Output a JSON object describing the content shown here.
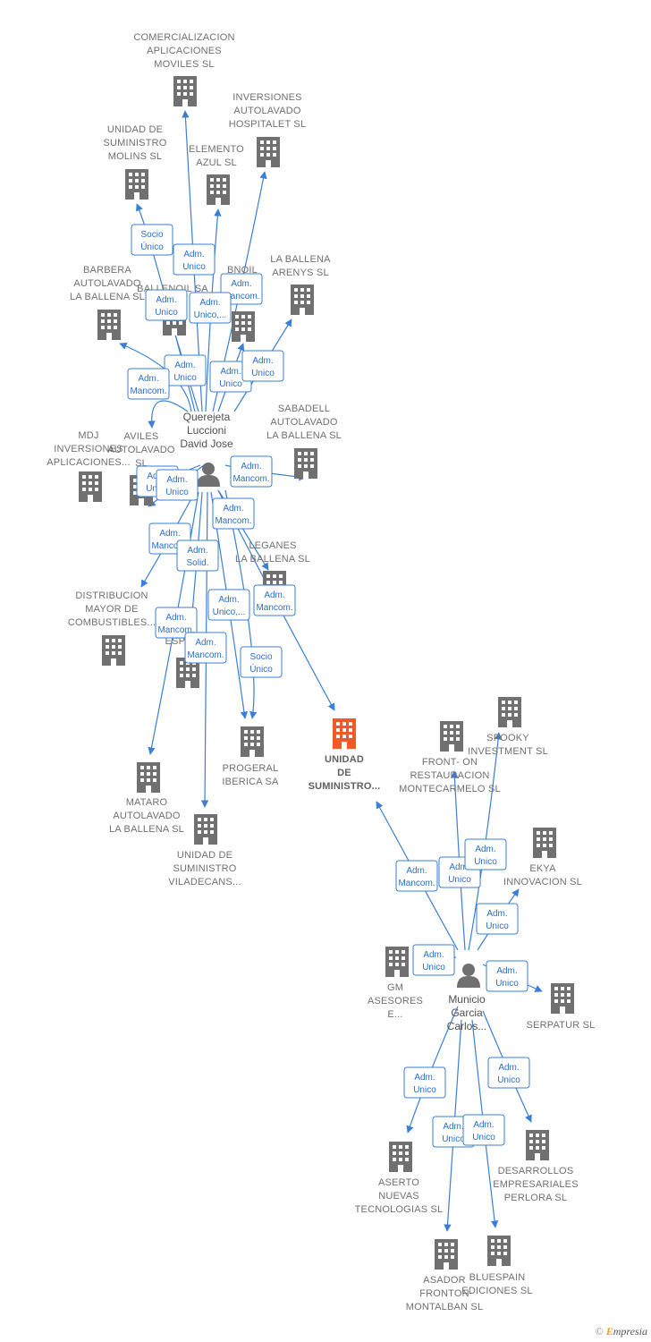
{
  "colors": {
    "edge": "#3a7fd5",
    "building": "#707070",
    "building_main": "#f05a28",
    "person": "#707070"
  },
  "persons": [
    {
      "id": "p1",
      "label": [
        "Querejeta",
        "Luccioni",
        "David Jose"
      ],
      "icon": "person-icon"
    },
    {
      "id": "p2",
      "label": [
        "Municio",
        "Garcia",
        "Carlos..."
      ],
      "icon": "person-icon"
    }
  ],
  "companies": [
    {
      "id": "c_comercializacion",
      "label": [
        "COMERCIALIZACION",
        "APLICACIONES",
        "MOVILES  SL"
      ]
    },
    {
      "id": "c_inv_hospitalet",
      "label": [
        "INVERSIONES",
        "AUTOLAVADO",
        "HOSPITALET SL"
      ]
    },
    {
      "id": "c_molins",
      "label": [
        "UNIDAD DE",
        "SUMINISTRO",
        "MOLINS SL"
      ]
    },
    {
      "id": "c_elemento_azul",
      "label": [
        "ELEMENTO",
        "AZUL SL"
      ]
    },
    {
      "id": "c_ballena_arenys",
      "label": [
        "LA BALLENA",
        "ARENYS SL"
      ]
    },
    {
      "id": "c_barbera",
      "label": [
        "BARBERA",
        "AUTOLAVADO",
        "LA BALLENA SL"
      ]
    },
    {
      "id": "c_ballenoil",
      "label": [
        "BALLENOIL SA"
      ]
    },
    {
      "id": "c_bnoil",
      "label": [
        "BNOIL",
        "D...",
        "...L"
      ]
    },
    {
      "id": "c_sabadell",
      "label": [
        "SABADELL",
        "AUTOLAVADO",
        "LA BALLENA SL"
      ]
    },
    {
      "id": "c_mdj",
      "label": [
        "MDJ",
        "INVERSIONES",
        "APLICACIONES..."
      ]
    },
    {
      "id": "c_aviles",
      "label": [
        "AVILES",
        "AUTOLAVADO",
        "SL"
      ]
    },
    {
      "id": "c_leganes",
      "label": [
        "LEGANES",
        "LA BALLENA SL"
      ]
    },
    {
      "id": "c_distribucion",
      "label": [
        "DISTRIBUCION",
        "MAYOR DE",
        "COMBUSTIBLES..."
      ]
    },
    {
      "id": "c_esp",
      "label": [
        "...AL",
        "ESP..."
      ]
    },
    {
      "id": "c_unidad_main",
      "label": [
        "UNIDAD",
        "DE",
        "SUMINISTRO..."
      ],
      "main": true
    },
    {
      "id": "c_progeral",
      "label": [
        "PROGERAL",
        "IBERICA SA"
      ]
    },
    {
      "id": "c_mataro",
      "label": [
        "MATARO",
        "AUTOLAVADO",
        "LA BALLENA SL"
      ]
    },
    {
      "id": "c_viladecans",
      "label": [
        "UNIDAD DE",
        "SUMINISTRO",
        "VILADECANS..."
      ]
    },
    {
      "id": "c_spooky",
      "label": [
        "SPOOKY",
        "INVESTMENT SL"
      ]
    },
    {
      "id": "c_front_on",
      "label": [
        "FRONT- ON",
        "RESTAURACION",
        "MONTECARMELO SL"
      ]
    },
    {
      "id": "c_ekya",
      "label": [
        "EKYA",
        "INNOVACION SL"
      ]
    },
    {
      "id": "c_gm",
      "label": [
        "GM",
        "ASESORES",
        "E..."
      ]
    },
    {
      "id": "c_serpatur",
      "label": [
        "SERPATUR SL"
      ]
    },
    {
      "id": "c_aserto",
      "label": [
        "ASERTO",
        "NUEVAS",
        "TECNOLOGIAS SL"
      ]
    },
    {
      "id": "c_desarrollos",
      "label": [
        "DESARROLLOS",
        "EMPRESARIALES",
        "PERLORA SL"
      ]
    },
    {
      "id": "c_asador",
      "label": [
        "ASADOR",
        "FRONTON",
        "MONTALBAN SL"
      ]
    },
    {
      "id": "c_bluespain",
      "label": [
        "BLUESPAIN",
        "EDICIONES SL"
      ]
    }
  ],
  "edge_labels": [
    {
      "from": "p1",
      "to": "c_molins",
      "text": [
        "Socio",
        "Único"
      ]
    },
    {
      "from": "p1",
      "to": "c_comercializacion",
      "text": [
        "Adm.",
        "Unico"
      ]
    },
    {
      "from": "p1",
      "to": "c_inv_hospitalet",
      "text": [
        "Adm.",
        "Mancom."
      ]
    },
    {
      "from": "p1",
      "to": "c_ballenoil",
      "text": [
        "Adm.",
        "Unico"
      ]
    },
    {
      "from": "p1",
      "to": "c_elemento_azul",
      "text": [
        "Adm.",
        "Unico,..."
      ]
    },
    {
      "from": "p1",
      "to": "c_barbera",
      "text": [
        "Adm.",
        "Unico"
      ]
    },
    {
      "from": "p1",
      "to": "c_barbera",
      "text": [
        "Adm.",
        "Mancom."
      ]
    },
    {
      "from": "p1",
      "to": "c_bnoil",
      "text": [
        "Adm.",
        "Unico"
      ]
    },
    {
      "from": "p1",
      "to": "c_ballena_arenys",
      "text": [
        "Adm.",
        "Unico"
      ]
    },
    {
      "from": "p1",
      "to": "c_aviles",
      "text": [
        "Adm.",
        "Unico"
      ]
    },
    {
      "from": "p1",
      "to": "c_aviles",
      "text": [
        "Adm.",
        "Unico"
      ]
    },
    {
      "from": "p1",
      "to": "c_sabadell",
      "text": [
        "Adm.",
        "Mancom."
      ]
    },
    {
      "from": "p1",
      "to": "c_leganes",
      "text": [
        "Adm.",
        "Mancom."
      ]
    },
    {
      "from": "p1",
      "to": "c_distribucion",
      "text": [
        "Adm.",
        "Mancom."
      ]
    },
    {
      "from": "p1",
      "to": "c_esp",
      "text": [
        "Adm.",
        "Solid."
      ]
    },
    {
      "from": "p1",
      "to": "c_progeral",
      "text": [
        "Adm.",
        "Unico,..."
      ]
    },
    {
      "from": "p1",
      "to": "c_unidad_main",
      "text": [
        "Adm.",
        "Mancom."
      ]
    },
    {
      "from": "p1",
      "to": "c_mataro",
      "text": [
        "Adm.",
        "Mancom."
      ]
    },
    {
      "from": "p1",
      "to": "c_viladecans",
      "text": [
        "Adm.",
        "Mancom."
      ]
    },
    {
      "from": "p1",
      "to": "c_progeral",
      "text": [
        "Socio",
        "Único"
      ]
    },
    {
      "from": "p2",
      "to": "c_unidad_main",
      "text": [
        "Adm.",
        "Mancom."
      ]
    },
    {
      "from": "p2",
      "to": "c_front_on",
      "text": [
        "Adm.",
        "Unico"
      ]
    },
    {
      "from": "p2",
      "to": "c_spooky",
      "text": [
        "Adm.",
        "Unico"
      ]
    },
    {
      "from": "p2",
      "to": "c_ekya",
      "text": [
        "Adm.",
        "Unico"
      ]
    },
    {
      "from": "p2",
      "to": "c_gm",
      "text": [
        "Adm.",
        "Unico"
      ]
    },
    {
      "from": "p2",
      "to": "c_serpatur",
      "text": [
        "Adm.",
        "Unico"
      ]
    },
    {
      "from": "p2",
      "to": "c_aserto",
      "text": [
        "Adm.",
        "Unico"
      ]
    },
    {
      "from": "p2",
      "to": "c_desarrollos",
      "text": [
        "Adm.",
        "Unico"
      ]
    },
    {
      "from": "p2",
      "to": "c_asador",
      "text": [
        "Adm.",
        "Unico"
      ]
    },
    {
      "from": "p2",
      "to": "c_bluespain",
      "text": [
        "Adm.",
        "Unico"
      ]
    }
  ],
  "watermark": {
    "copyright": "©",
    "brand_initial": "E",
    "brand_rest": "mpresia"
  }
}
